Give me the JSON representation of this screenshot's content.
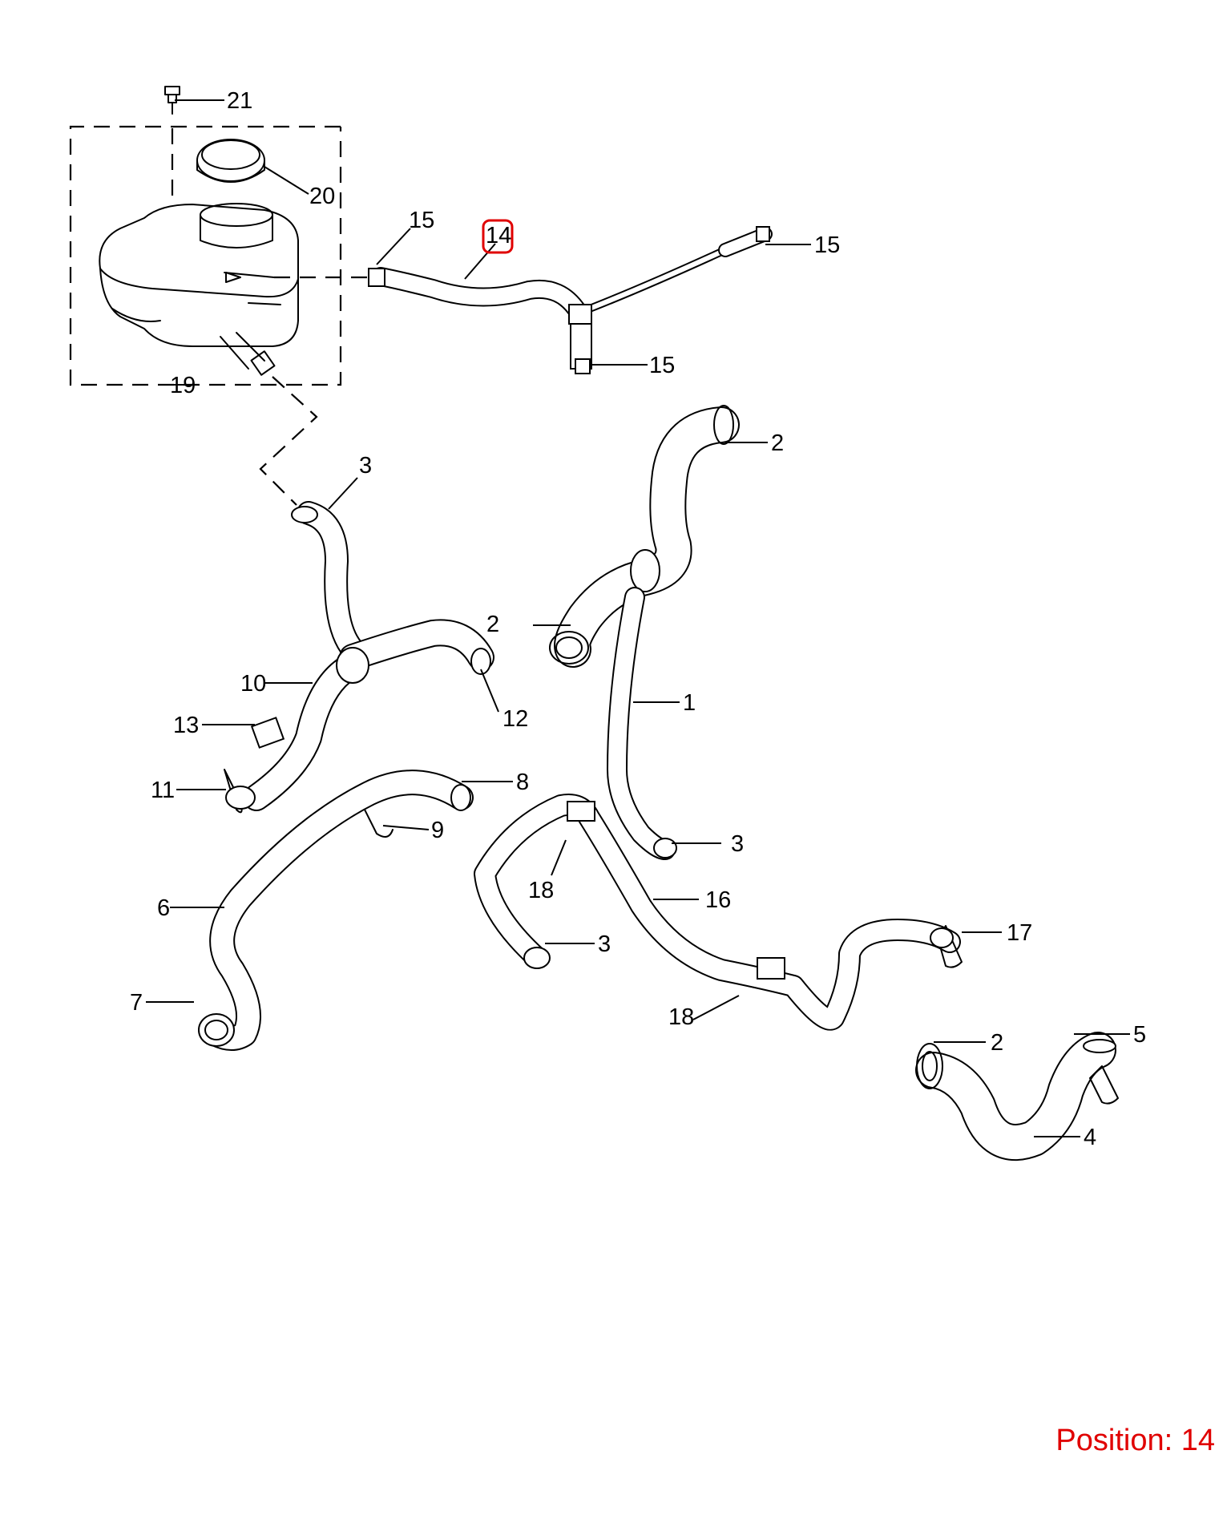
{
  "diagram": {
    "highlight_color": "#e00000",
    "callouts": [
      {
        "id": "c21",
        "text": "21"
      },
      {
        "id": "c20",
        "text": "20"
      },
      {
        "id": "c19",
        "text": "19"
      },
      {
        "id": "c15a",
        "text": "15"
      },
      {
        "id": "c14",
        "text": "14",
        "highlighted": true
      },
      {
        "id": "c15b",
        "text": "15"
      },
      {
        "id": "c15c",
        "text": "15"
      },
      {
        "id": "c2a",
        "text": "2"
      },
      {
        "id": "c3a",
        "text": "3"
      },
      {
        "id": "c2b",
        "text": "2"
      },
      {
        "id": "c10",
        "text": "10"
      },
      {
        "id": "c12",
        "text": "12"
      },
      {
        "id": "c1",
        "text": "1"
      },
      {
        "id": "c13",
        "text": "13"
      },
      {
        "id": "c11",
        "text": "11"
      },
      {
        "id": "c8",
        "text": "8"
      },
      {
        "id": "c9",
        "text": "9"
      },
      {
        "id": "c3b",
        "text": "3"
      },
      {
        "id": "c18a",
        "text": "18"
      },
      {
        "id": "c16",
        "text": "16"
      },
      {
        "id": "c6",
        "text": "6"
      },
      {
        "id": "c3c",
        "text": "3"
      },
      {
        "id": "c17",
        "text": "17"
      },
      {
        "id": "c7",
        "text": "7"
      },
      {
        "id": "c18b",
        "text": "18"
      },
      {
        "id": "c2c",
        "text": "2"
      },
      {
        "id": "c5",
        "text": "5"
      },
      {
        "id": "c4",
        "text": "4"
      }
    ]
  },
  "position_label": "Position: 14"
}
